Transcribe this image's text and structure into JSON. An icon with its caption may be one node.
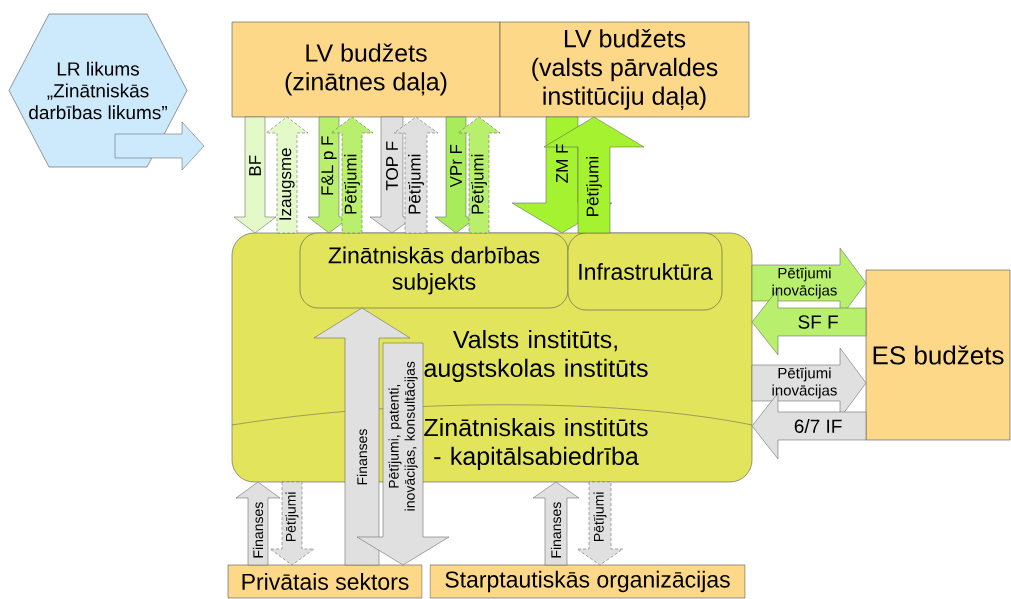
{
  "diagram": {
    "nodes": [
      {
        "text": [
          "LR likums „Zinātniskās darbības likums”"
        ]
      },
      {
        "text": [
          "LV budžets (zinātnes daļa)"
        ]
      },
      {
        "text": [
          "LV budžets (valsts pārvaldes institūciju daļa)"
        ]
      },
      {
        "text": [
          "Valsts institūts, augstskolas institūts",
          "Zinātniskais institūts - kapitālsabiedrība"
        ]
      },
      {
        "text": [
          "Zinātniskās darbības subjekts"
        ],
        "in": 3
      },
      {
        "text": [
          "Infrastruktūra"
        ],
        "in": 3
      },
      {
        "text": [
          "ES budžets"
        ]
      },
      {
        "text": [
          "Privātais sektors"
        ]
      },
      {
        "text": [
          "Starptautiskās organizācijas"
        ]
      }
    ],
    "edges": [
      {
        "from": 1,
        "to": 3,
        "arrow": "to",
        "label": "BF",
        "color": "#e4f9c8"
      },
      {
        "from": 3,
        "to": 1,
        "arrow": "to",
        "label": "Izaugsme",
        "style": "dashed",
        "color": "#e4f9c8"
      },
      {
        "from": 1,
        "to": 3,
        "arrow": "to",
        "label": "F&L p F",
        "color": "#b8f06e"
      },
      {
        "from": 3,
        "to": 1,
        "arrow": "to",
        "label": "Pētījumi",
        "style": "dashed",
        "color": "#b8f06e"
      },
      {
        "from": 1,
        "to": 3,
        "arrow": "to",
        "label": "TOP F",
        "color": "#e0e0e0"
      },
      {
        "from": 3,
        "to": 1,
        "arrow": "to",
        "label": "Pētījumi",
        "style": "dashed",
        "color": "#e0e0e0"
      },
      {
        "from": 1,
        "to": 3,
        "arrow": "to",
        "label": "VPr F",
        "color": "#a8ec5c"
      },
      {
        "from": 3,
        "to": 1,
        "arrow": "to",
        "label": "Pētījumi",
        "style": "dashed",
        "color": "#b8f06e"
      },
      {
        "from": 2,
        "to": 3,
        "arrow": "to",
        "label": "ZM F",
        "color": "#a4f230"
      },
      {
        "from": 3,
        "to": 2,
        "arrow": "to",
        "label": "Pētījumi",
        "color": "#a4f230"
      },
      {
        "from": 0,
        "to": null,
        "arrow": "to",
        "color": "#cdeafc"
      },
      {
        "from": 3,
        "to": 6,
        "arrow": "to",
        "label": "Pētījumi inovācijas",
        "color": "#b8f06e"
      },
      {
        "from": 6,
        "to": 3,
        "arrow": "to",
        "label": "SF F",
        "color": "#b8f06e"
      },
      {
        "from": 3,
        "to": 6,
        "arrow": "to",
        "label": "Pētījumi inovācijas",
        "color": "#e0e0e0"
      },
      {
        "from": 6,
        "to": 3,
        "arrow": "to",
        "label": "6/7 IF",
        "color": "#e0e0e0"
      },
      {
        "from": 7,
        "to": 3,
        "arrow": "to",
        "label": "Finanses",
        "color": "#e0e0e0"
      },
      {
        "from": 3,
        "to": 7,
        "arrow": "to",
        "label": "Pētījumi",
        "style": "dashed",
        "color": "#e0e0e0"
      },
      {
        "from": 7,
        "to": 4,
        "arrow": "to",
        "label": "Finanses",
        "color": "#e0e0e0"
      },
      {
        "from": 3,
        "to": 7,
        "arrow": "to",
        "label": "Pētījumi, patenti, inovācijas, konsultācijas",
        "color": "#e0e0e0"
      },
      {
        "from": 8,
        "to": 3,
        "arrow": "to",
        "label": "Finanses",
        "color": "#e0e0e0"
      },
      {
        "from": 3,
        "to": 8,
        "arrow": "to",
        "label": "Pētījumi",
        "style": "dashed",
        "color": "#e0e0e0"
      }
    ]
  }
}
